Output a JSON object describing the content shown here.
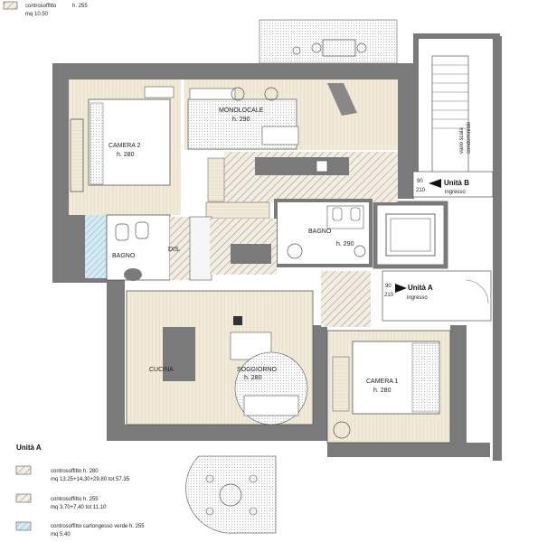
{
  "legend_top": {
    "label": "controsoffitto",
    "height": "h. 255",
    "area": "mq  10.50"
  },
  "rooms": {
    "monolocale": {
      "name": "MONOLOCALE",
      "height": "h. 290"
    },
    "camera2": {
      "name": "CAMERA 2",
      "height": "h. 280"
    },
    "bagno_a": {
      "name": "BAGNO"
    },
    "dis": {
      "name": "DIS."
    },
    "bagno_b": {
      "name": "BAGNO",
      "height": "h. 290"
    },
    "cucina": {
      "name": "CUCINA"
    },
    "soggiorno": {
      "name": "SOGGIORNO",
      "height": "h. 280"
    },
    "camera1": {
      "name": "CAMERA 1",
      "height": "h. 280"
    }
  },
  "stair": {
    "line1": "vano scala",
    "line2": "condominiale"
  },
  "units": {
    "b": {
      "name": "Unità  B",
      "entry": "ingresso",
      "dim_top": "90",
      "dim_bottom": "210"
    },
    "a": {
      "name": "Unità  A",
      "entry": "ingresso",
      "dim_top": "90",
      "dim_bottom": "210"
    }
  },
  "legend_bottom": {
    "title": "Unità  A",
    "items": [
      {
        "label": "controsoffitto   h. 280",
        "detail": "mq  13.25+14.30+29.80   tot 57.35",
        "pattern": "hatch"
      },
      {
        "label": "controsoffitto   h. 255",
        "detail": "mq  3.70+7.40   tot 11.10",
        "pattern": "hatch"
      },
      {
        "label": "controsoffitto  cartongesso verde  h. 255",
        "detail": "mq  5.40",
        "pattern": "hatch-blue"
      }
    ]
  },
  "colors": {
    "wall": "#7a7a7a",
    "wood": "#efe6d6",
    "blue": "#cde6ef",
    "text": "#222222"
  }
}
